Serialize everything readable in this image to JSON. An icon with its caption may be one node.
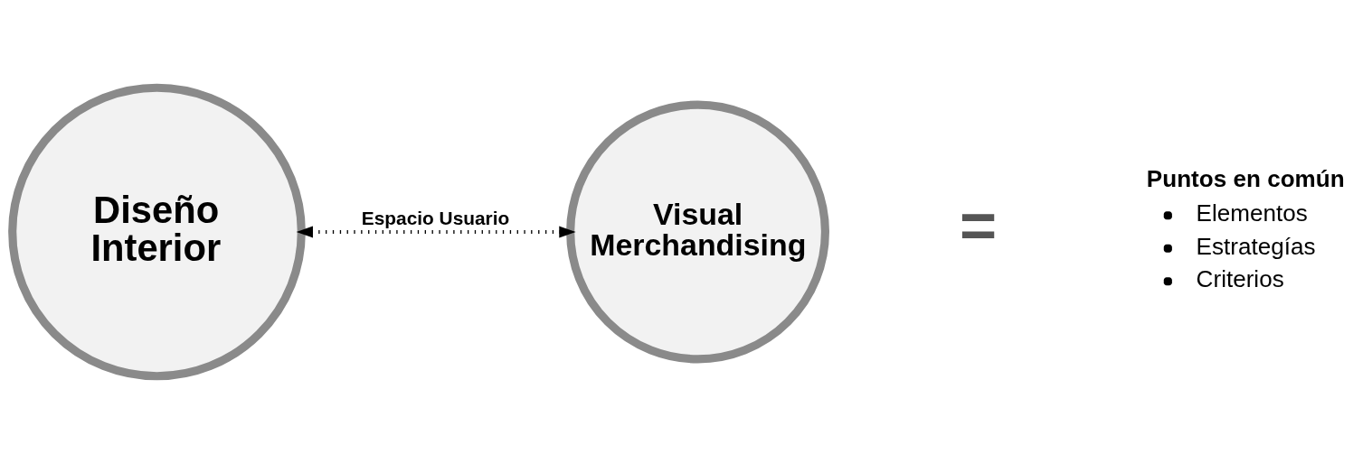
{
  "diagram": {
    "nodes": [
      {
        "text": [
          "Diseño Interior"
        ]
      },
      {
        "text": [
          "Visual Merchandising"
        ]
      }
    ],
    "edges": [
      {
        "from": 0,
        "to": 1,
        "arrow": "both",
        "style": "dashed",
        "label": "Espacio Usuario"
      }
    ],
    "labels": [
      "=",
      "Puntos en común",
      "Elementos",
      "Estrategías",
      "Criterios"
    ]
  }
}
